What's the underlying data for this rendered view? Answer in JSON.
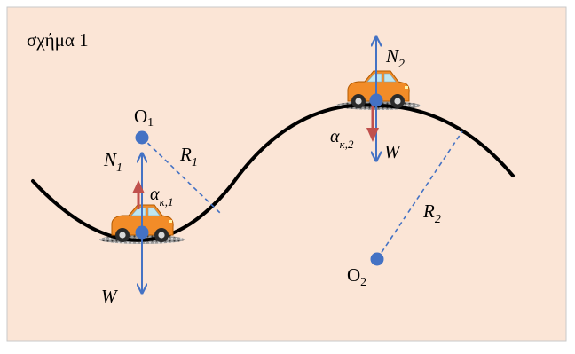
{
  "figure": {
    "title": "σχήμα 1",
    "colors": {
      "background": "#fbe5d6",
      "border": "#c9c9c9",
      "track": "#000000",
      "vector_blue": "#4472c4",
      "acceleration_red": "#c0504d",
      "point_blue": "#4472c4",
      "car_body": "#f28c28",
      "car_window": "#bfe6f0"
    },
    "icons": [
      "car-icon"
    ]
  },
  "bottom": {
    "center_label": "O",
    "center_sub": "1",
    "normal_label": "N",
    "normal_sub": "1",
    "accel_label": "α",
    "accel_sub": "κ,1",
    "radius_label": "R",
    "radius_sub": "1",
    "weight_label": "W"
  },
  "top": {
    "center_label": "O",
    "center_sub": "2",
    "normal_label": "N",
    "normal_sub": "2",
    "accel_label": "α",
    "accel_sub": "κ,2",
    "radius_label": "R",
    "radius_sub": "2",
    "weight_label": "W"
  }
}
